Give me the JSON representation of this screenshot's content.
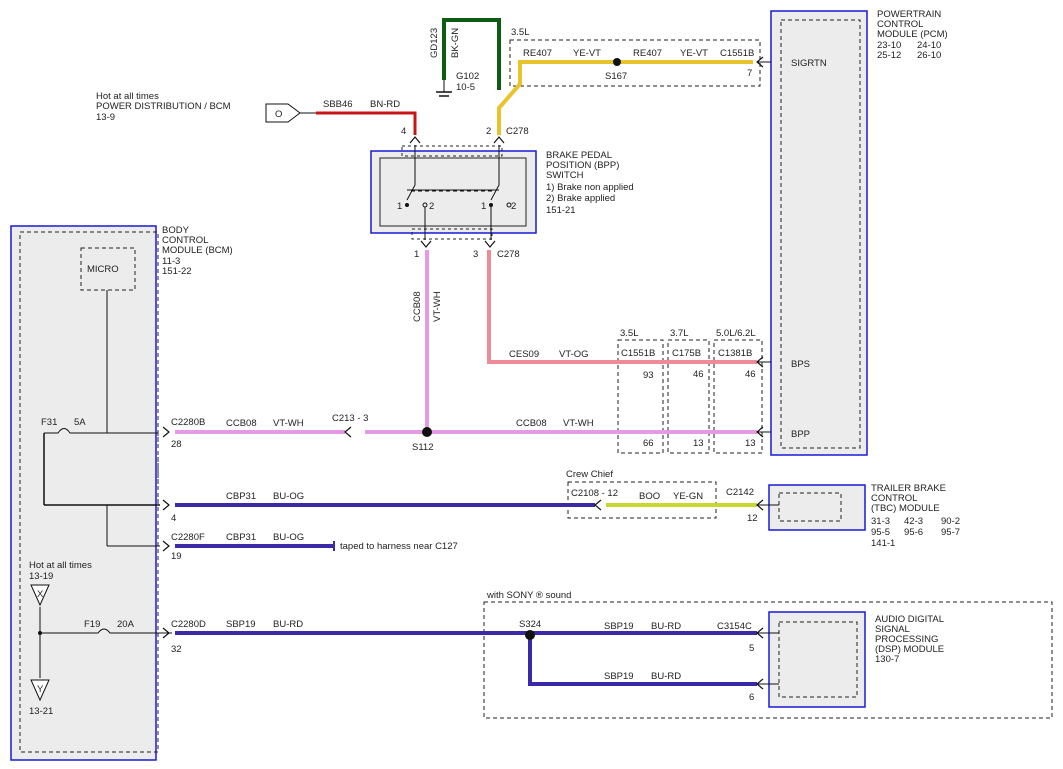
{
  "colors": {
    "module_outline": "#1a1ad6",
    "module_fill": "#ececec",
    "wire_red": "#c81414",
    "wire_green": "#0c5c14",
    "wire_yellow": "#e8c42c",
    "wire_pink": "#ef8a98",
    "wire_violet": "#e69ae6",
    "wire_blue": "#3a2aa8",
    "wire_yegn": "#c8d830",
    "wire_black": "#111111"
  },
  "pcm": {
    "title": [
      "POWERTRAIN",
      "CONTROL",
      "MODULE (PCM)"
    ],
    "refs": [
      [
        "23-10",
        "24-10"
      ],
      [
        "25-12",
        "26-10"
      ]
    ],
    "pins": {
      "sigrtn": "SIGRTN",
      "bps": "BPS",
      "bpp": "BPP"
    }
  },
  "bcm": {
    "title": [
      "BODY",
      "CONTROL",
      "MODULE (BCM)"
    ],
    "refs": [
      "11-3",
      "151-22"
    ],
    "micro": "MICRO"
  },
  "bpp_switch": {
    "title": [
      "BRAKE PEDAL",
      "POSITION (BPP)",
      "SWITCH"
    ],
    "notes": [
      "1) Brake non applied",
      "2) Brake applied",
      "151-21"
    ],
    "contacts": [
      "1",
      "2",
      "1",
      "2"
    ]
  },
  "power_source": {
    "lines": [
      "Hot at all times",
      "POWER DISTRIBUTION / BCM",
      "13-9"
    ],
    "terminal": "O"
  },
  "ground": {
    "wire_id": "GD123",
    "wire_color": "BK-GN",
    "name": "G102",
    "ref": "10-5"
  },
  "labels": {
    "engine_3_5": "3.5L",
    "sbb46": "SBB46",
    "bn_rd": "BN-RD",
    "pin4": "4",
    "pin2": "2",
    "c278_top": "C278",
    "re407_a": "RE407",
    "yevt_a": "YE-VT",
    "re407_b": "RE407",
    "yevt_b": "YE-VT",
    "c1551b_top": "C1551B",
    "pin7": "7",
    "s167": "S167",
    "pin1": "1",
    "pin3": "3",
    "c278_bot": "C278",
    "ccb08_v": "CCB08",
    "vtwh_v": "VT-WH",
    "ces09": "CES09",
    "vtog": "VT-OG",
    "col_35": "3.5L",
    "col_37": "3.7L",
    "col_50": "5.0L/6.2L",
    "c1551b": "C1551B",
    "c175b": "C175B",
    "c1381b": "C1381B",
    "n93": "93",
    "n46a": "46",
    "n46b": "46",
    "n66": "66",
    "n13a": "13",
    "n13b": "13",
    "f31": "F31",
    "f31_amp": "5A",
    "c2280b": "C2280B",
    "n28": "28",
    "ccb08_a": "CCB08",
    "vtwh_a": "VT-WH",
    "c213": "C213 - 3",
    "s112": "S112",
    "ccb08_b": "CCB08",
    "vtwh_b": "VT-WH",
    "crew_chief": "Crew Chief",
    "c2108": "C2108 - 12",
    "boo": "BOO",
    "yegn": "YE-GN",
    "c2142": "C2142",
    "n12": "12",
    "cbp31_a": "CBP31",
    "buog_a": "BU-OG",
    "n4": "4",
    "c2280f": "C2280F",
    "cbp31_b": "CBP31",
    "buog_b": "BU-OG",
    "n19": "19",
    "taped": "taped to harness near C127",
    "hot_all": "Hot at all times",
    "ref_1319": "13-19",
    "x_label": "X",
    "y_label": "Y",
    "ref_1321": "13-21",
    "f19": "F19",
    "f19_amp": "20A",
    "c2280d": "C2280D",
    "n32": "32",
    "sbp19_a": "SBP19",
    "burd_a": "BU-RD",
    "sony": "with SONY ® sound",
    "s324": "S324",
    "sbp19_b": "SBP19",
    "burd_b": "BU-RD",
    "c3154c": "C3154C",
    "n5": "5",
    "sbp19_c": "SBP19",
    "burd_c": "BU-RD",
    "n6": "6"
  },
  "tbc": {
    "title": [
      "TRAILER BRAKE",
      "CONTROL",
      "(TBC) MODULE"
    ],
    "refs": [
      [
        "31-3",
        "42-3",
        "90-2"
      ],
      [
        "95-5",
        "95-6",
        "95-7"
      ],
      [
        "141-1"
      ]
    ]
  },
  "dsp": {
    "title": [
      "AUDIO DIGITAL",
      "SIGNAL",
      "PROCESSING",
      "(DSP) MODULE",
      "130-7"
    ]
  }
}
